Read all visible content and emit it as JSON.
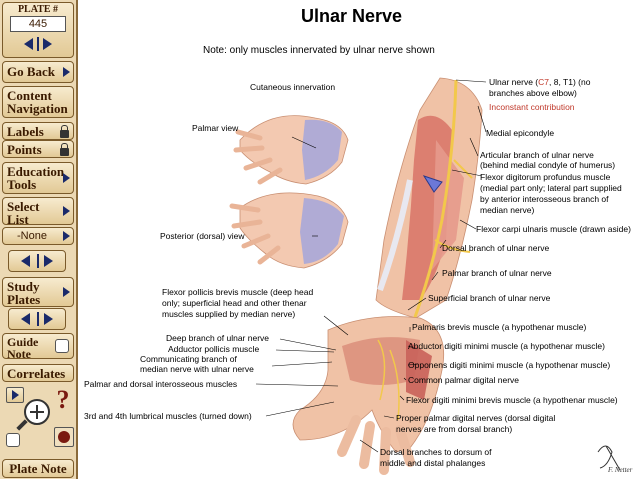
{
  "sidebar": {
    "plate_title": "PLATE #",
    "plate_number": "445",
    "go_back": "Go Back",
    "content_nav": "Content Navigation",
    "labels": "Labels",
    "points": "Points",
    "education_tools": "Education Tools",
    "select_list": "Select List",
    "select_value": "-None",
    "study_plates": "Study Plates",
    "guide_note": "Guide Note",
    "correlates": "Correlates",
    "plate_note": "Plate Note"
  },
  "plate": {
    "title": "Ulnar Nerve",
    "note": "Note: only muscles innervated by ulnar nerve shown",
    "signature": "F. Netter"
  },
  "labels_left": {
    "cutaneous": "Cutaneous innervation",
    "palmar_view": "Palmar view",
    "posterior_view": "Posterior (dorsal) view",
    "fpb_1": "Flexor pollicis brevis muscle (deep head",
    "fpb_2": "only; superficial head and other thenar",
    "fpb_3": "muscles supplied by median nerve)",
    "deep_branch": "Deep branch of ulnar nerve",
    "adductor_pollicis": "Adductor pollicis muscle",
    "communicating_1": "Communicating branch of",
    "communicating_2": "median nerve with ulnar nerve",
    "interossei": "Palmar and dorsal interosseous muscles",
    "lumbricals": "3rd and 4th lumbrical muscles (turned down)"
  },
  "labels_right": {
    "ulnar_pre": "Ulnar nerve (",
    "ulnar_c7": "C7",
    "ulnar_mid": ", 8, T1) (no",
    "ulnar_2": "branches above elbow)",
    "inconstant": "Inconstant contribution",
    "medial_epicondyle": "Medial epicondyle",
    "articular_1": "Articular branch of ulnar nerve",
    "articular_2": "(behind medial condyle of humerus)",
    "fdp_1": "Flexor digitorum profundus muscle",
    "fdp_2": "(medial part only; lateral part supplied",
    "fdp_3": "by anterior interosseous branch of",
    "fdp_4": "median nerve)",
    "fcu": "Flexor carpi ulnaris muscle (drawn aside)",
    "dorsal_branch": "Dorsal branch of ulnar nerve",
    "palmar_branch": "Palmar branch of ulnar nerve",
    "superficial_branch": "Superficial branch of ulnar nerve",
    "palmaris_brevis": "Palmaris brevis muscle (a hypothenar muscle)",
    "abductor_dm": "Abductor digiti minimi muscle (a hypothenar muscle)",
    "opponens_dm": "Opponens digiti minimi muscle (a hypothenar muscle)",
    "common_palmar": "Common palmar digital nerve",
    "fdmb": "Flexor digiti minimi brevis muscle (a hypothenar muscle)",
    "proper_1": "Proper palmar digital nerves (dorsal digital",
    "proper_2": "nerves are from dorsal branch)",
    "dorsal_br_1": "Dorsal branches to dorsum of",
    "dorsal_br_2": "middle and distal phalanges"
  }
}
